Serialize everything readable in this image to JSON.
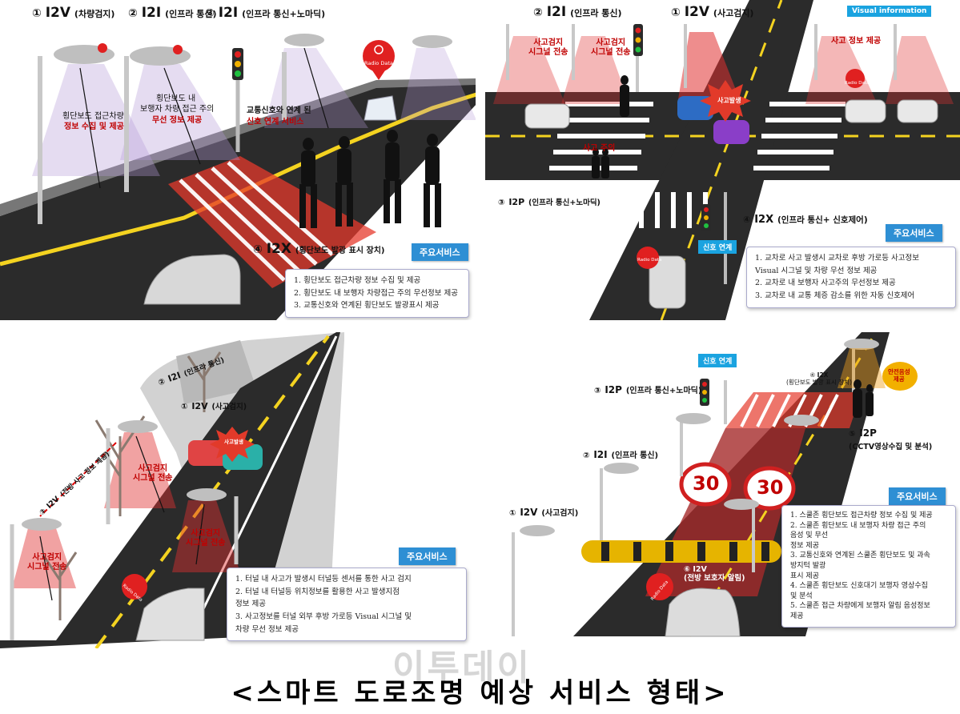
{
  "panel1": {
    "h1_num": "①",
    "h1_label": "I2V",
    "h1_sub": "(차량검지)",
    "h2_num": "②",
    "h2_label": "I2I",
    "h2_sub": "(인프라 통신)",
    "h3_num": "③",
    "h3_label": "I2I",
    "h3_sub": "(인프라 통신+노마딕)",
    "lamp1_text_1": "횡단보도 접근차량",
    "lamp1_text_2": "정보 수집 및 제공",
    "lamp2_text_1": "횡단보도 내",
    "lamp2_text_2": "보행자 차량 접근 주의",
    "lamp2_text_3": "무선 정보 제공",
    "signal_text_1": "교통신호와 연계 된",
    "signal_text_2": "신호 연계 서비스",
    "radio_label": "Radio Data",
    "h4_num": "④",
    "h4_label": "I2X",
    "h4_sub": "(횡단보도 발광 표시 장치)",
    "services_tag": "주요서비스",
    "services": [
      "1. 횡단보도 접근차량 정보 수집 및 제공",
      "2. 횡단보도 내 보행자 차량접근 주의 무선정보 제공",
      "3. 교통신호와 연계된 횡단보도 발광표시 제공"
    ]
  },
  "panel2": {
    "h1_num": "②",
    "h1_label": "I2I",
    "h1_sub": "(인프라 통신)",
    "h2_num": "①",
    "h2_label": "I2V",
    "h2_sub": "(사고검지)",
    "visual_tag": "Visual information",
    "signal1_1": "사고검지",
    "signal1_2": "시그널 전송",
    "signal2_1": "사고검지",
    "signal2_2": "시그널 전송",
    "accident_info": "사고 정보 제공",
    "accident_burst": "사고발생",
    "radio_label": "Radio Data",
    "caution": "사고 주의",
    "h3_num": "③",
    "h3_label": "I2P",
    "h3_sub": "(인프라 통신+노마딕)",
    "h4_num": "④",
    "h4_label": "I2X",
    "h4_sub": "(인프라 통신+ 신호제어)",
    "link_tag": "신호 연계",
    "services_tag": "주요서비스",
    "services": [
      "1. 교차로 사고 발생시 교차로 후방 가로등 사고정보",
      "Visual 시그널 및 차량 무선 정보 제공",
      "2. 교차로 내 보행자 사고주의 무선정보 제공",
      "3. 교차로 내 교통 체증 감소를 위한 자동 신호제어"
    ]
  },
  "panel3": {
    "h1_num": "②",
    "h1_label": "I2I",
    "h1_sub": "(인프라 통신)",
    "h2_num": "①",
    "h2_label": "I2V",
    "h2_sub": "(사고검지)",
    "burst": "사고발생",
    "signal1_1": "사고검지",
    "signal1_2": "시그널 전송",
    "signal2_1": "사고검지",
    "signal2_2": "시그널 전송",
    "signal3_1": "사고검지",
    "signal3_2": "시그널 전송",
    "h3_num": "③",
    "h3_label": "I2V",
    "h3_sub": "(전방 사고 정보 제공)",
    "radio_label": "Radio Data",
    "services_tag": "주요서비스",
    "services": [
      "1. 터널 내 사고가 발생시 터널등 센서를 통한 사고 검지",
      "2. 터널 내 터널등  위치정보를 활용한 사고 발생지점",
      "   정보 제공",
      "3. 사고정보를 터널 외부 후방 가로등 Visual 시그널 및",
      "   차량 무선 정보 제공"
    ]
  },
  "panel4": {
    "link_tag": "신호 연계",
    "h3_num": "③",
    "h3_label": "I2P",
    "h3_sub": "(인프라 통신+노마딕)",
    "h4_num": "④",
    "h4_label": "I2X",
    "h4_sub": "(횡단보도 발광 표시 장치)",
    "voice_badge_1": "안전음성",
    "voice_badge_2": "제공",
    "h5_num": "⑤",
    "h5_label": "I2P",
    "h5_sub": "(CCTV영상수집 및 분석)",
    "h2_num": "②",
    "h2_label": "I2I",
    "h2_sub": "(인프라 통신)",
    "h1_num": "①",
    "h1_label": "I2V",
    "h1_sub": "(사고검지)",
    "speed1": "30",
    "speed2": "30",
    "h6_num": "⑥",
    "h6_label": "I2V",
    "h6_sub": "(전방 보호자 알림)",
    "radio_label": "Radio Data",
    "services_tag": "주요서비스",
    "services": [
      "1. 스쿨존 횡단보도 접근차량 정보 수집 및 제공",
      "2. 스쿨존 횡단보도 내 보행자 차량 접근 주의",
      "   음성 및 무선",
      "   정보 제공",
      "3. 교통신호와 연계된 스쿨존 횡단보도 및 과속",
      "   방지턱 발광",
      "   표시 제공",
      "4. 스쿨존 횡단보도 신호대기 보행자 영상수집",
      "   및 분석",
      "5. 스쿨존 접근 차량에게 보행자 알림 음성정보",
      "   제공"
    ]
  },
  "watermark": "이투데이",
  "caption": "<스마트 도로조명 예상 서비스 형태>"
}
